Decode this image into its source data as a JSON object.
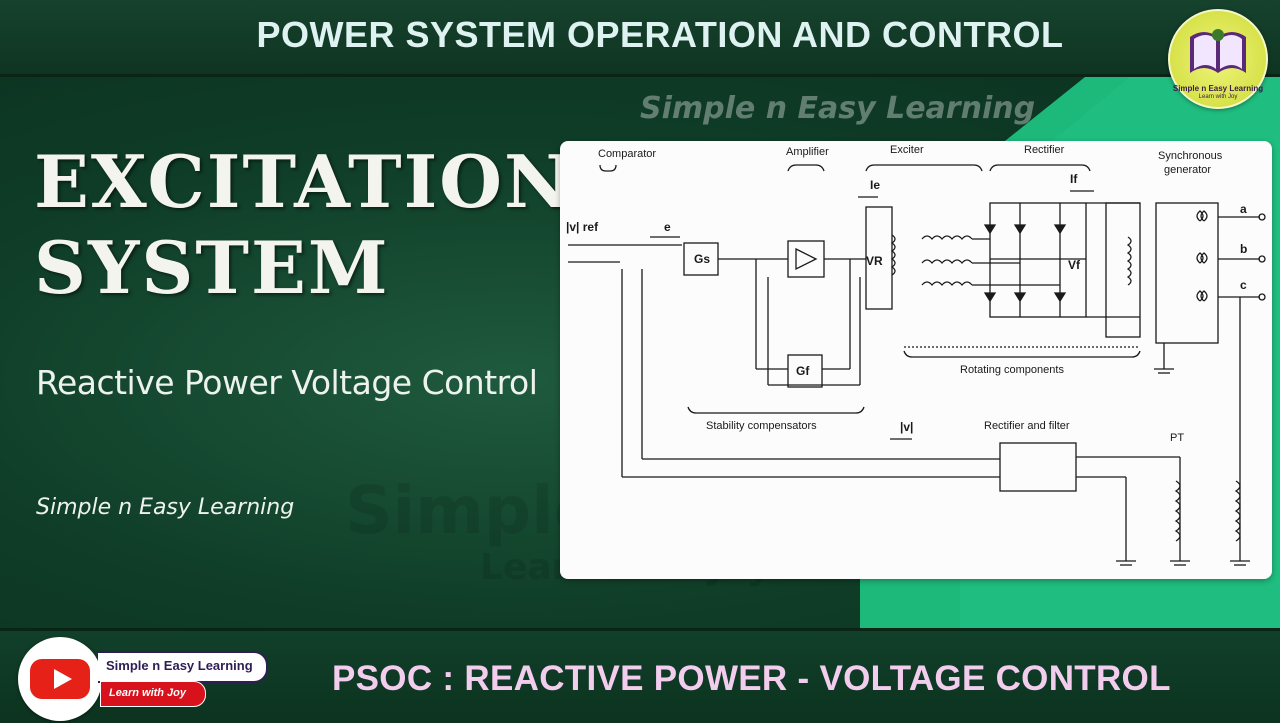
{
  "header": {
    "title": "POWER SYSTEM OPERATION AND CONTROL"
  },
  "logo": {
    "name": "Simple n Easy Learning",
    "tagline": "Learn with Joy",
    "icon": "book-logo-icon"
  },
  "watermark": {
    "top": "Simple n Easy Learning",
    "big": "Simple n Easy Learning",
    "small": "Learn with Joy"
  },
  "main": {
    "title_line1": "EXCITATION",
    "title_line2": "SYSTEM",
    "subtitle": "Reactive Power Voltage Control",
    "brand": "Simple n Easy Learning"
  },
  "diagram": {
    "labels": {
      "comparator": "Comparator",
      "amplifier": "Amplifier",
      "exciter": "Exciter",
      "rectifier": "Rectifier",
      "sync_gen_1": "Synchronous",
      "sync_gen_2": "generator",
      "vref": "|v| ref",
      "e": "e",
      "gs": "Gs",
      "gf": "Gf",
      "ie": "Ie",
      "vr": "VR",
      "if": "If",
      "vf": "Vf",
      "a": "a",
      "b": "b",
      "c": "c",
      "rotating": "Rotating components",
      "stability": "Stability compensators",
      "vmag": "|v|",
      "rect_filter": "Rectifier and filter",
      "pt": "PT"
    }
  },
  "footer": {
    "channel_name": "Simple n Easy Learning",
    "channel_tag": "Learn with Joy",
    "title": "PSOC : REACTIVE POWER - VOLTAGE CONTROL"
  },
  "colors": {
    "accent_green": "#1db97a",
    "title_pink": "#f3cdee",
    "header_text": "#dff2f2"
  }
}
